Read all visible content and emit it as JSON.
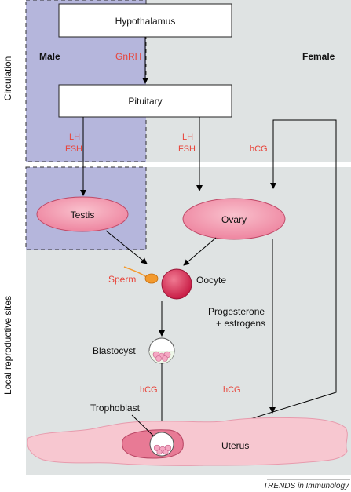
{
  "side_labels": {
    "circulation": "Circulation",
    "local": "Local reproductive sites"
  },
  "sex_labels": {
    "male": "Male",
    "female": "Female"
  },
  "nodes": {
    "hypothalamus": "Hypothalamus",
    "pituitary": "Pituitary",
    "testis": "Testis",
    "ovary": "Ovary",
    "sperm": "Sperm",
    "oocyte": "Oocyte",
    "blastocyst": "Blastocyst",
    "trophoblast": "Trophoblast",
    "uterus": "Uterus"
  },
  "hormones": {
    "gnrh": "GnRH",
    "lh": "LH",
    "fsh": "FSH",
    "hcg": "hCG",
    "progesterone": "Progesterone",
    "estrogens": "+ estrogens"
  },
  "credit": "TRENDS in Immunology",
  "colors": {
    "panel": "#dfe3e3",
    "male_region": "#b5b6dc",
    "hormone_text": "#e8443a",
    "organ_pink": "#f08fa6",
    "oocyte": "#d4264e",
    "sperm": "#f39a2e",
    "uterus": "#f7c7d0"
  }
}
